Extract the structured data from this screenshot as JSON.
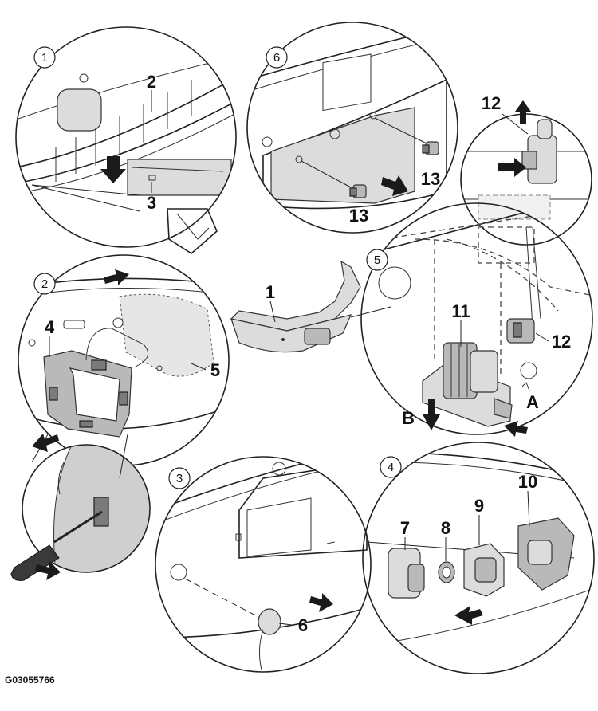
{
  "figure": {
    "reference_code": "G03055766",
    "steps": [
      {
        "id": "step-1",
        "number": "1"
      },
      {
        "id": "step-2",
        "number": "2"
      },
      {
        "id": "step-3",
        "number": "3"
      },
      {
        "id": "step-4",
        "number": "4"
      },
      {
        "id": "step-5",
        "number": "5"
      },
      {
        "id": "step-6",
        "number": "6"
      }
    ],
    "callouts": {
      "c1": "1",
      "c2": "2",
      "c3": "3",
      "c4": "4",
      "c5": "5",
      "c6": "6",
      "c7": "7",
      "c8": "8",
      "c9": "9",
      "c10": "10",
      "c11": "11",
      "c12a": "12",
      "c12b": "12",
      "c13a": "13",
      "c13b": "13",
      "cA": "A",
      "cB": "B"
    }
  }
}
